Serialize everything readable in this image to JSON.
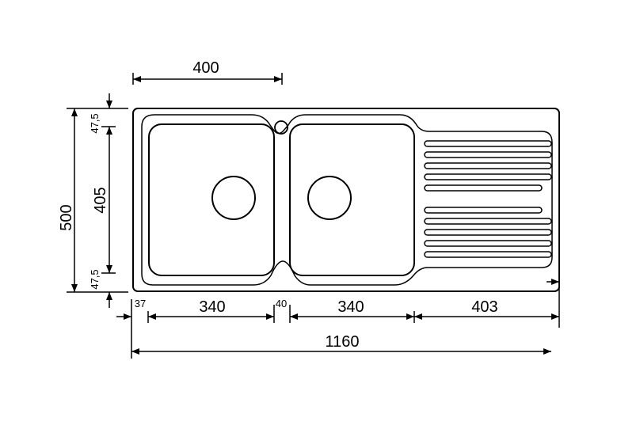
{
  "diagram": {
    "type": "technical-drawing",
    "subject": "double-bowl sink with drainer",
    "dimensions": {
      "top_offset": "400",
      "overall_height": "500",
      "top_margin": "47,5",
      "bowl_height": "405",
      "bottom_margin": "47,5",
      "left_margin": "37",
      "bowl_1_width": "340",
      "bowl_gap": "40",
      "bowl_2_width": "340",
      "drainer_width": "403",
      "overall_width": "1160"
    },
    "colors": {
      "line": "#000000",
      "background": "#ffffff"
    }
  }
}
